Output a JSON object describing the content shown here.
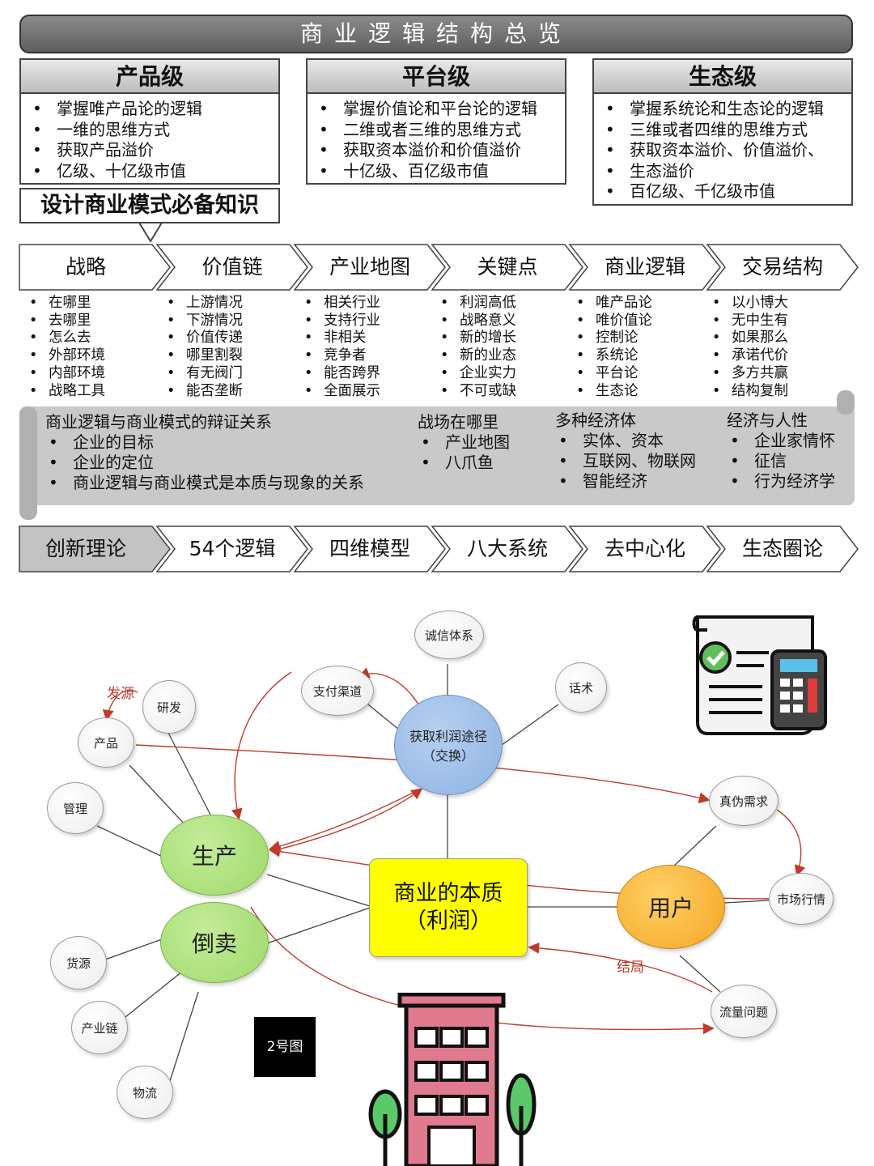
{
  "title": "商业逻辑结构总览",
  "levels": [
    {
      "title": "产品级",
      "items": [
        "掌握唯产品论的逻辑",
        "一维的思维方式",
        "获取产品溢价",
        "亿级、十亿级市值"
      ]
    },
    {
      "title": "平台级",
      "items": [
        "掌握价值论和平台论的逻辑",
        "二维或者三维的思维方式",
        "获取资本溢价和价值溢价",
        "十亿级、百亿级市值"
      ]
    },
    {
      "title": "生态级",
      "items": [
        "掌握系统论和生态论的逻辑",
        "三维或者四维的思维方式",
        "获取资本溢价、价值溢价、",
        "生态溢价",
        "百亿级、千亿级市值"
      ]
    }
  ],
  "knowledge_title": "设计商业模式必备知识",
  "chevrons": [
    "战略",
    "价值链",
    "产业地图",
    "关键点",
    "商业逻辑",
    "交易结构"
  ],
  "chevron_lists": [
    [
      "在哪里",
      "去哪里",
      "怎么去",
      "外部环境",
      "内部环境",
      "战略工具"
    ],
    [
      "上游情况",
      "下游情况",
      "价值传递",
      "哪里割裂",
      "有无阀门",
      "能否垄断"
    ],
    [
      "相关行业",
      "支持行业",
      "非相关",
      "竞争者",
      "能否跨界",
      "全面展示"
    ],
    [
      "利润高低",
      "战略意义",
      "新的增长",
      "新的业态",
      "企业实力",
      "不可或缺"
    ],
    [
      "唯产品论",
      "唯价值论",
      "控制论",
      "系统论",
      "平台论",
      "生态论"
    ],
    [
      "以小博大",
      "无中生有",
      "如果那么",
      "承诺代价",
      "多方共赢",
      "结构复制"
    ]
  ],
  "scroll_sections": [
    {
      "title": "商业逻辑与商业模式的辩证关系",
      "items": [
        "企业的目标",
        "企业的定位",
        "商业逻辑与商业模式是本质与现象的关系"
      ]
    },
    {
      "title": "战场在哪里",
      "items": [
        "产业地图",
        "八爪鱼"
      ]
    },
    {
      "title": "多种经济体",
      "items": [
        "实体、资本",
        "互联网、物联网",
        "智能经济"
      ]
    },
    {
      "title": "经济与人性",
      "items": [
        "企业家情怀",
        "征信",
        "行为经济学"
      ]
    }
  ],
  "bottom_chevrons": [
    "创新理论",
    "54个逻辑",
    "四维模型",
    "八大系统",
    "去中心化",
    "生态圈论"
  ],
  "mindmap": {
    "center_line1": "商业的本质",
    "center_line2": "（利润）",
    "production": "生产",
    "resale": "倒卖",
    "users": "用户",
    "profit_path_line1": "获取利润途径",
    "profit_path_line2": "（交换）",
    "nodes": {
      "credit": "诚信体系",
      "payment": "支付渠道",
      "script": "话术",
      "rnd": "研发",
      "product": "产品",
      "management": "管理",
      "true_false_demand": "真伪需求",
      "market": "市场行情",
      "traffic": "流量问题",
      "supply": "货源",
      "chain": "产业链",
      "logistics": "物流"
    },
    "red_labels": {
      "origin": "发源",
      "outcome": "结局"
    },
    "figure_label": "2号图"
  },
  "colors": {
    "production": "#9ed96a",
    "profit_path": "#8db3e2",
    "center": "#ffff00",
    "users": "#f5a623",
    "arrow": "#c0392b"
  }
}
